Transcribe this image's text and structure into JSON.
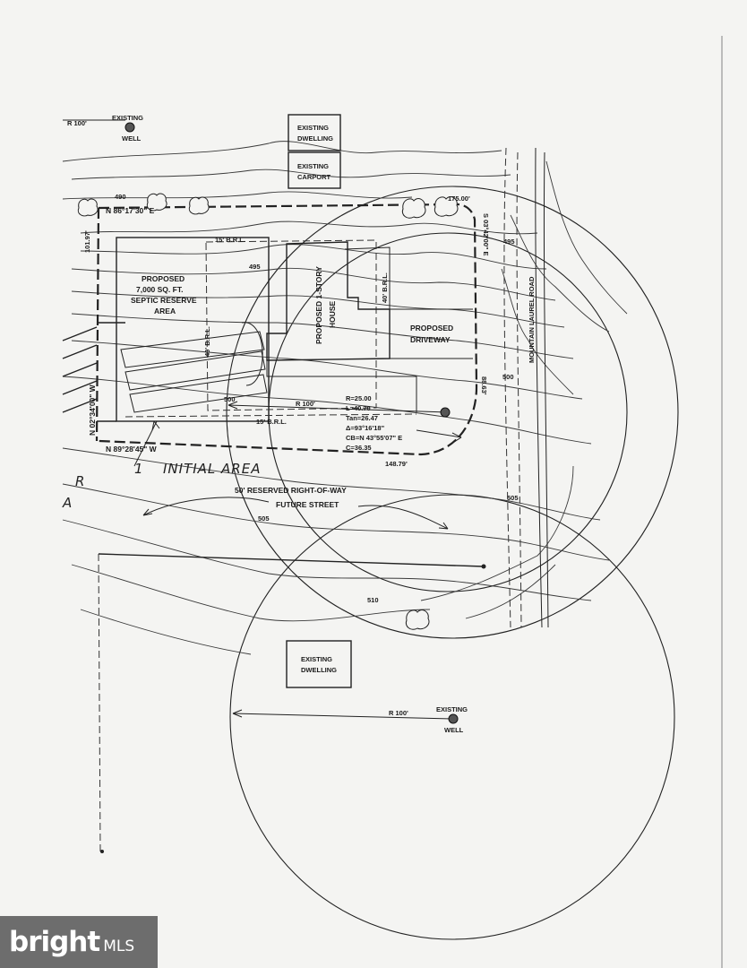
{
  "plan": {
    "labels": {
      "radius_top": "R 100'",
      "existing_well_top": "EXISTING",
      "well_top": "WELL",
      "existing_dwelling_top_1": "EXISTING",
      "existing_dwelling_top_2": "DWELLING",
      "existing_carport_1": "EXISTING",
      "existing_carport_2": "CARPORT",
      "contour_490": "490",
      "bearing_north": "N 86°17'30\" E",
      "distance_175": "175.00'",
      "bearing_east": "S 03°42'00\" E",
      "brl_15_top": "15' B.R.L.",
      "contour_495_a": "495",
      "contour_495_b": "495",
      "distance_101": "101.97'",
      "septic_1": "PROPOSED",
      "septic_2": "7,000 SQ. FT.",
      "septic_3": "SEPTIC RESERVE",
      "septic_4": "AREA",
      "house_1": "PROPOSED 1-STORY",
      "house_2": "HOUSE",
      "brl_40_right": "40' B.R.L.",
      "brl_40_left": "40' B.R.L.",
      "driveway_1": "PROPOSED",
      "driveway_2": "DRIVEWAY",
      "road_name": "MOUNTAIN LAUREL ROAD",
      "contour_500_a": "500",
      "contour_500_b": "500",
      "distance_88": "88.63'",
      "radius_mid": "R 100'",
      "curve_r": "R=25.00",
      "curve_l": "L=40.70",
      "curve_tan": "Tan=26.47",
      "curve_delta": "Δ=93°16'18\"",
      "curve_cb": "CB=N 43°55'07\" E",
      "curve_c": "C=36.35",
      "brl_15_bottom": "15' B.R.L.",
      "bearing_west_side": "N 02°34'00\" W",
      "bearing_south": "N 89°28'45\" W",
      "distance_148": "148.79'",
      "initial_area": "INITIAL AREA",
      "initial_num": "1",
      "margin_r": "R",
      "margin_a": "A",
      "row_1": "50' RESERVED RIGHT-OF-WAY",
      "row_2": "FUTURE STREET",
      "contour_505_a": "505",
      "contour_505_b": "505",
      "contour_510": "510",
      "existing_dwelling_bottom_1": "EXISTING",
      "existing_dwelling_bottom_2": "DWELLING",
      "radius_bottom": "R 100'",
      "existing_well_bottom": "EXISTING",
      "well_bottom": "WELL"
    }
  },
  "watermark": {
    "brand": "bright",
    "suffix": "MLS"
  },
  "colors": {
    "paper": "#f4f4f2",
    "ink": "#222222",
    "watermark_bg": "#6d6d6d"
  }
}
